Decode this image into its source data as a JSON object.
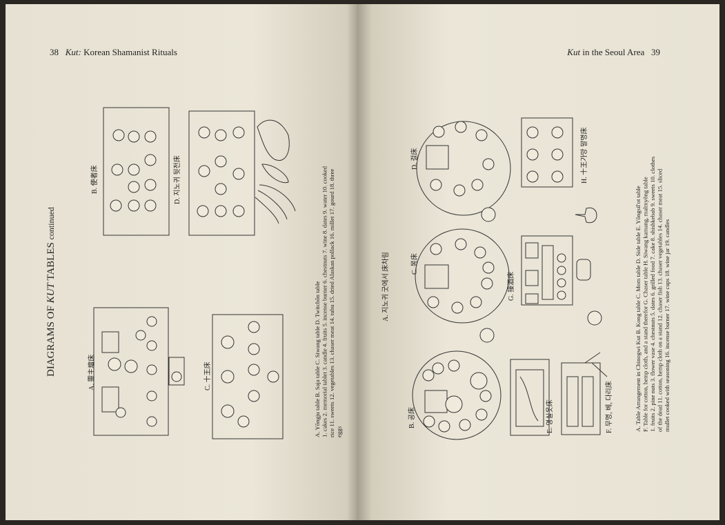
{
  "left_page": {
    "page_number": "38",
    "running_head_italic": "Kut:",
    "running_head_rest": "Korean Shamanist Rituals",
    "title_main": "DIAGRAMS OF",
    "title_italic": "KUT",
    "title_rest": "TABLES",
    "title_suffix": "continued",
    "table_labels": {
      "A": "A. 靈主壇床",
      "B": "B. 使者床",
      "C": "C. 十王床",
      "D": "D. 지노귀 뒷전床"
    },
    "caption_line1": "A. Yŏngju table B. Saja table C. Siwang table D. Twitchŏn table",
    "caption_line2": "1. cakes 2. memorial tablet 3. candle 4. fruits 5. incense burner 6. chestnuts 7. wine 8. dates 9. water 10. cooked",
    "caption_line3": "rice 11. sweets 12. vegetables 13. chaser meat 14. tubu 15. dried Alaskan pollack 16. millet 17. gourd 18. three",
    "caption_line4": "eggs"
  },
  "right_page": {
    "page_number": "39",
    "running_head_italic": "Kut",
    "running_head_rest": "in the Seoul Area",
    "table_labels": {
      "A": "A. 지노귀 굿에서 床차림",
      "B": "B. 공床",
      "C": "C. 몽床",
      "D": "D. 걸床",
      "E": "E. 영실옷床",
      "F": "F. 무명, 베, 다리床",
      "G": "G. 接酒床",
      "H": "H. 十王가망 말명床"
    },
    "caption_line1": "A. Table Arrangement in Chinogwi Kut B. Kong table C. Mom table D. Side table E. Yŏngsil'ot table",
    "caption_line2": "F. Table for cotton, hemp cloth, and a stand therefor G. Chaser table H. Siwang kamang, malmyŏng table",
    "caption_line3": "1. fruits 2. pine nuts 3. flower vase 4. chestnuts 5. dates 6. grilled food 7. cake 8. shishkebab 9. sweets 10. clothes",
    "caption_line4": "of the dead 11. cotton, hemp cloth on a stand 12. chaser fish 13. chaser vegetables 14. chaser meat 15. sliced",
    "caption_line5": "mullet cooked with seasoning 16. incense burner 17. wine cups 18. wine jar 19. candles"
  }
}
